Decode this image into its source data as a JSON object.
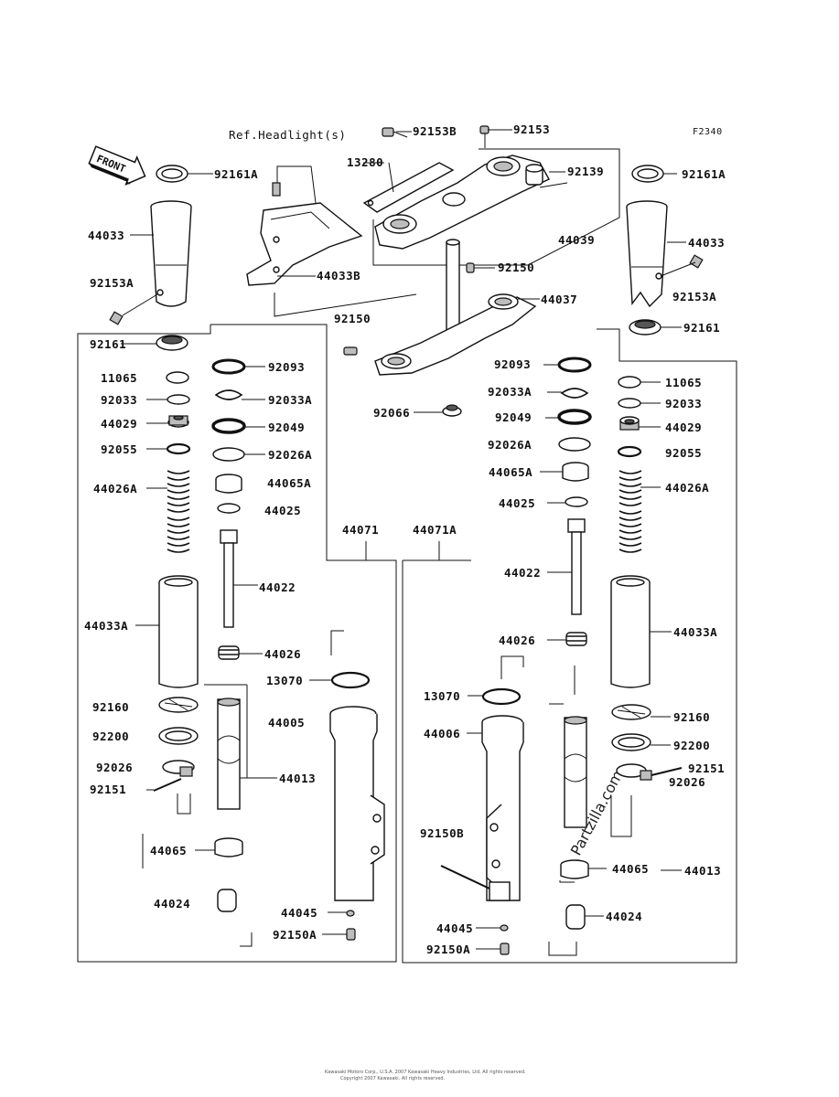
{
  "figure_code": "F2340",
  "ref_label": "Ref.Headlight(s)",
  "front_label": "FRONT",
  "watermark": "Partzilla.com",
  "footer": {
    "line1": "Kawasaki Motors Corp., U.S.A. 2007 Kawasaki Heavy Industries, Ltd. All rights reserved.",
    "line2": "Copyright 2007 Kawasaki. All rights reserved."
  },
  "labels": {
    "p92153B": "92153B",
    "p92153": "92153",
    "p92161A_l": "92161A",
    "p92161A_r": "92161A",
    "p13280": "13280",
    "p92139": "92139",
    "p44039": "44039",
    "p44033_l": "44033",
    "p44033_r": "44033",
    "p44033B": "44033B",
    "p92153A_l": "92153A",
    "p92153A_r": "92153A",
    "p92150_top": "92150",
    "p44037": "44037",
    "p92150_mid": "92150",
    "p92161_l": "92161",
    "p92161_r": "92161",
    "p92093_l": "92093",
    "p92093_r": "92093",
    "p11065_l": "11065",
    "p11065_r": "11065",
    "p92033A_l": "92033A",
    "p92033A_r": "92033A",
    "p92033_l": "92033",
    "p92033_r": "92033",
    "p92066": "92066",
    "p44029_l": "44029",
    "p44029_r": "44029",
    "p92049_l": "92049",
    "p92049_r": "92049",
    "p92055_l": "92055",
    "p92055_r": "92055",
    "p92026A_l": "92026A",
    "p92026A_r": "92026A",
    "p44026A_l": "44026A",
    "p44026A_r": "44026A",
    "p44065A_l": "44065A",
    "p44065A_r": "44065A",
    "p44025_l": "44025",
    "p44025_r": "44025",
    "p44071": "44071",
    "p44071A": "44071A",
    "p44022_l": "44022",
    "p44022_r": "44022",
    "p44033A_l": "44033A",
    "p44033A_r": "44033A",
    "p44026_l": "44026",
    "p44026_r": "44026",
    "p13070_l": "13070",
    "p13070_r": "13070",
    "p92160_l": "92160",
    "p92160_r": "92160",
    "p44005": "44005",
    "p44006": "44006",
    "p92200_l": "92200",
    "p92200_r": "92200",
    "p92026_l": "92026",
    "p92026_r": "92026",
    "p92151_l": "92151",
    "p92151_r": "92151",
    "p44013_l": "44013",
    "p44013_r": "44013",
    "p92150B": "92150B",
    "p44065_l": "44065",
    "p44065_r": "44065",
    "p44024_l": "44024",
    "p44024_r": "44024",
    "p44045_l": "44045",
    "p44045_r": "44045",
    "p92150A_l": "92150A",
    "p92150A_r": "92150A"
  }
}
